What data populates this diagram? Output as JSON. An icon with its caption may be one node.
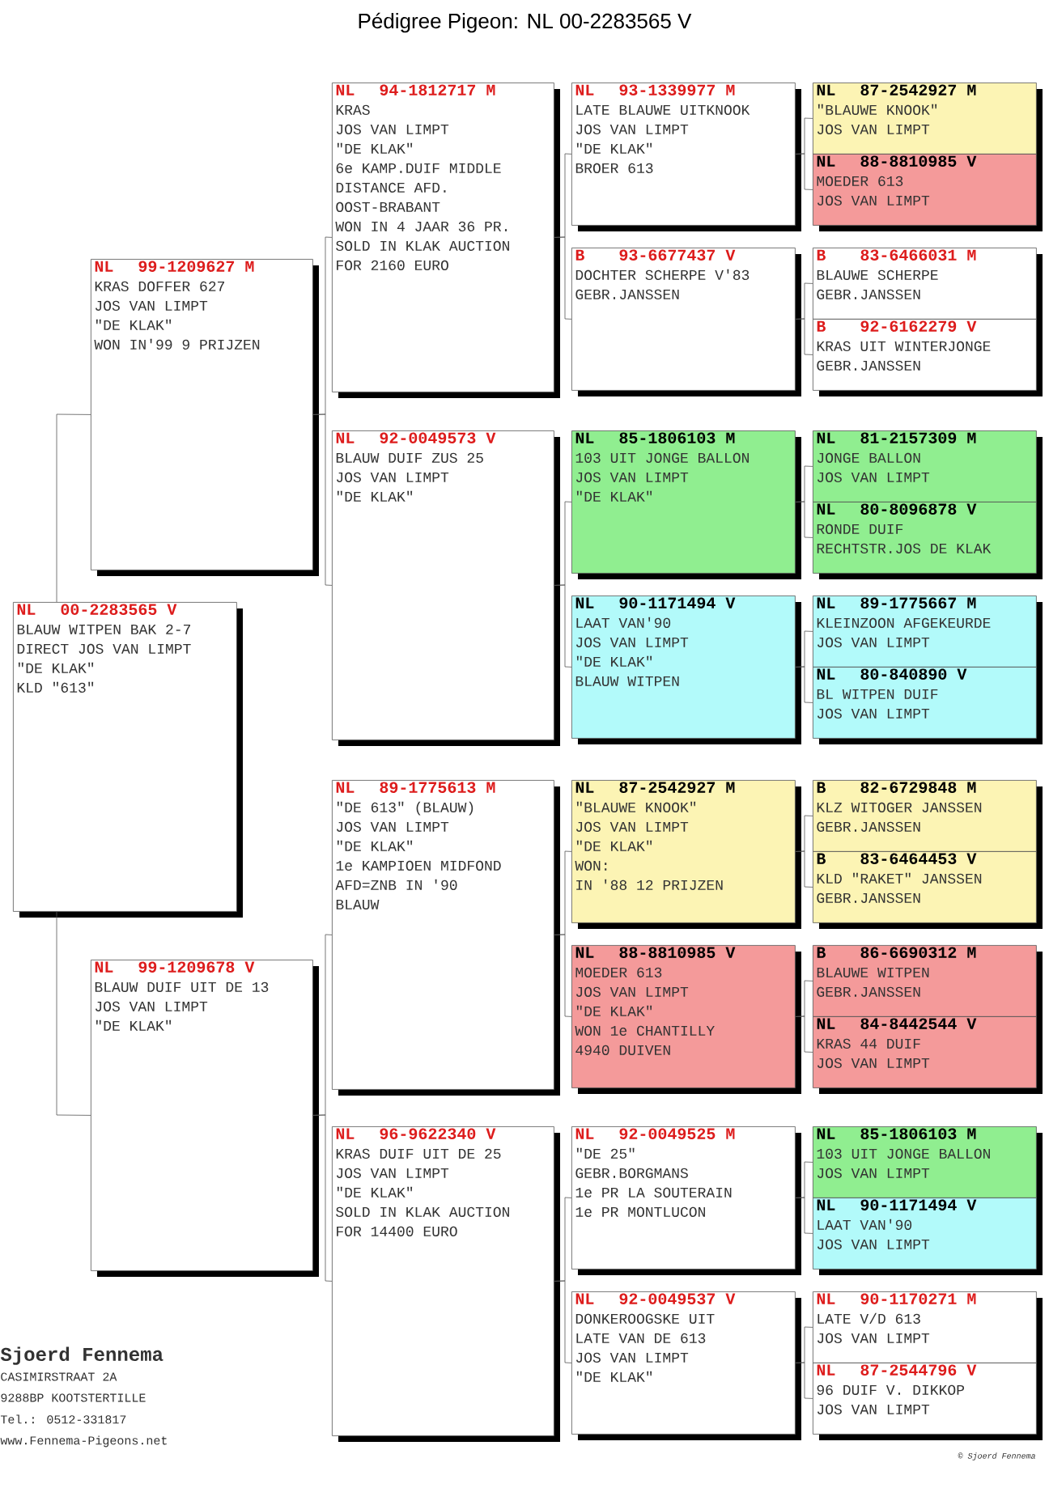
{
  "diagram": {
    "title": "Pédigree Pigeon: NL  00-2283565 V",
    "nodes": [
      {
        "text": [
          "NL",
          "00-2283565 V",
          "BLAUW WITPEN BAK 2-7",
          "DIRECT JOS VAN LIMPT",
          "\"DE KLAK\"",
          "KLD \"613\""
        ]
      },
      {
        "text": [
          "NL",
          "99-1209627 M",
          "KRAS DOFFER 627",
          "JOS VAN LIMPT",
          "\"DE KLAK\"",
          "WON IN'99 9 PRIJZEN"
        ]
      },
      {
        "text": [
          "NL",
          "99-1209678 V",
          "BLAUW DUIF UIT DE 13",
          "JOS VAN LIMPT",
          "\"DE KLAK\""
        ]
      },
      {
        "text": [
          "NL",
          "94-1812717 M",
          "KRAS",
          "JOS VAN LIMPT",
          "\"DE KLAK\"",
          "6e KAMP.DUIF MIDDLE DISTANCE AFD. OOST-BRABANT",
          "WON IN 4 JAAR 36 PR.",
          "SOLD IN KLAK AUCTION",
          "FOR 2160 EURO"
        ]
      },
      {
        "text": [
          "NL",
          "92-0049573 V",
          "BLAUW DUIF ZUS 25",
          "JOS VAN LIMPT",
          "\"DE KLAK\""
        ]
      },
      {
        "text": [
          "NL",
          "89-1775613 M",
          "\"DE 613\" (BLAUW)",
          "JOS VAN LIMPT",
          "\"DE KLAK\"",
          "1e KAMPIOEN MIDFOND",
          "AFD=ZNB IN '90",
          "BLAUW"
        ]
      },
      {
        "text": [
          "NL",
          "96-9622340 V",
          "KRAS DUIF UIT DE 25",
          "JOS VAN LIMPT",
          "\"DE KLAK\"",
          "SOLD IN KLAK AUCTION",
          "FOR 14400 EURO"
        ]
      },
      {
        "text": [
          "NL",
          "93-1339977 M",
          "LATE BLAUWE UITKNOOK",
          "JOS VAN LIMPT",
          "\"DE KLAK\"",
          "BROER 613"
        ]
      },
      {
        "text": [
          "B",
          "93-6677437 V",
          "DOCHTER SCHERPE V'83",
          "GEBR.JANSSEN"
        ]
      },
      {
        "text": [
          "NL",
          "85-1806103 M",
          "103 UIT JONGE BALLON",
          "JOS VAN LIMPT",
          "\"DE KLAK\""
        ]
      },
      {
        "text": [
          "NL",
          "90-1171494 V",
          "LAAT VAN'90",
          "JOS VAN LIMPT",
          "\"DE KLAK\"",
          "BLAUW WITPEN"
        ]
      },
      {
        "text": [
          "NL",
          "87-2542927 M",
          "\"BLAUWE KNOOK\"",
          "JOS VAN LIMPT",
          "\"DE KLAK\"",
          "WON:",
          "IN '88 12 PRIJZEN"
        ]
      },
      {
        "text": [
          "NL",
          "88-8810985 V",
          "MOEDER 613",
          "JOS VAN LIMPT",
          "\"DE KLAK\"",
          "WON 1e CHANTILLY",
          "4940 DUIVEN"
        ]
      },
      {
        "text": [
          "NL",
          "92-0049525 M",
          "\"DE 25\"",
          "GEBR.BORGMANS",
          "1e PR LA SOUTERAIN",
          "1e PR MONTLUCON"
        ]
      },
      {
        "text": [
          "NL",
          "92-0049537 V",
          "DONKEROOGSKE UIT",
          "LATE VAN DE 613",
          "JOS VAN LIMPT",
          "\"DE KLAK\""
        ]
      },
      {
        "text": [
          "NL",
          "87-2542927 M",
          "\"BLAUWE KNOOK\"",
          "JOS VAN LIMPT"
        ]
      },
      {
        "text": [
          "NL",
          "88-8810985 V",
          "MOEDER 613",
          "JOS VAN LIMPT"
        ]
      },
      {
        "text": [
          "B",
          "83-6466031 M",
          "BLAUWE SCHERPE",
          "GEBR.JANSSEN"
        ]
      },
      {
        "text": [
          "B",
          "92-6162279 V",
          "KRAS UIT WINTERJONGE",
          "GEBR.JANSSEN"
        ]
      },
      {
        "text": [
          "NL",
          "81-2157309 M",
          "JONGE BALLON",
          "JOS VAN LIMPT"
        ]
      },
      {
        "text": [
          "NL",
          "80-8096878 V",
          "RONDE DUIF",
          "RECHTSTR.JOS DE KLAK"
        ]
      },
      {
        "text": [
          "NL",
          "89-1775667 M",
          "KLEINZOON AFGEKEURDE",
          "JOS VAN LIMPT"
        ]
      },
      {
        "text": [
          "NL",
          "80-840890 V",
          "BL WITPEN DUIF",
          "JOS VAN LIMPT"
        ]
      },
      {
        "text": [
          "B",
          "82-6729848 M",
          "KLZ WITOGER JANSSEN",
          "GEBR.JANSSEN"
        ]
      },
      {
        "text": [
          "B",
          "83-6464453 V",
          "KLD \"RAKET\" JANSSEN",
          "GEBR.JANSSEN"
        ]
      },
      {
        "text": [
          "B",
          "86-6690312 M",
          "BLAUWE WITPEN",
          "GEBR.JANSSEN"
        ]
      },
      {
        "text": [
          "NL",
          "84-8442544 V",
          "KRAS 44 DUIF",
          "JOS VAN LIMPT"
        ]
      },
      {
        "text": [
          "NL",
          "85-1806103 M",
          "103 UIT JONGE BALLON",
          "JOS VAN LIMPT"
        ]
      },
      {
        "text": [
          "NL",
          "90-1171494 V",
          "LAAT VAN'90",
          "JOS VAN LIMPT"
        ]
      },
      {
        "text": [
          "NL",
          "90-1170271 M",
          "LATE V/D 613",
          "JOS VAN LIMPT"
        ]
      },
      {
        "text": [
          "NL",
          "87-2544796 V",
          "96 DUIF V. DIKKOP",
          "JOS VAN LIMPT"
        ]
      }
    ],
    "edges": [
      {
        "from": 0,
        "to": 1,
        "arrow": "none"
      },
      {
        "from": 0,
        "to": 2,
        "arrow": "none"
      },
      {
        "from": 1,
        "to": 3,
        "arrow": "none"
      },
      {
        "from": 1,
        "to": 4,
        "arrow": "none"
      },
      {
        "from": 2,
        "to": 5,
        "arrow": "none"
      },
      {
        "from": 2,
        "to": 6,
        "arrow": "none"
      },
      {
        "from": 3,
        "to": 7,
        "arrow": "none"
      },
      {
        "from": 3,
        "to": 8,
        "arrow": "none"
      },
      {
        "from": 4,
        "to": 9,
        "arrow": "none"
      },
      {
        "from": 4,
        "to": 10,
        "arrow": "none"
      },
      {
        "from": 5,
        "to": 11,
        "arrow": "none"
      },
      {
        "from": 5,
        "to": 12,
        "arrow": "none"
      },
      {
        "from": 6,
        "to": 13,
        "arrow": "none"
      },
      {
        "from": 6,
        "to": 14,
        "arrow": "none"
      },
      {
        "from": 7,
        "to": 15,
        "arrow": "none"
      },
      {
        "from": 7,
        "to": 16,
        "arrow": "none"
      },
      {
        "from": 8,
        "to": 17,
        "arrow": "none"
      },
      {
        "from": 8,
        "to": 18,
        "arrow": "none"
      },
      {
        "from": 9,
        "to": 19,
        "arrow": "none"
      },
      {
        "from": 9,
        "to": 20,
        "arrow": "none"
      },
      {
        "from": 10,
        "to": 21,
        "arrow": "none"
      },
      {
        "from": 10,
        "to": 22,
        "arrow": "none"
      },
      {
        "from": 11,
        "to": 23,
        "arrow": "none"
      },
      {
        "from": 11,
        "to": 24,
        "arrow": "none"
      },
      {
        "from": 12,
        "to": 25,
        "arrow": "none"
      },
      {
        "from": 12,
        "to": 26,
        "arrow": "none"
      },
      {
        "from": 13,
        "to": 27,
        "arrow": "none"
      },
      {
        "from": 13,
        "to": 28,
        "arrow": "none"
      },
      {
        "from": 14,
        "to": 29,
        "arrow": "none"
      },
      {
        "from": 14,
        "to": 30,
        "arrow": "none"
      }
    ],
    "labels": [
      "Sjoerd Fennema",
      "CASIMIRSTRAAT 2A",
      "9288BP KOOTSTERTILLE",
      "Tel.: 0512-331817",
      "www.Fennema-Pigeons.net",
      "© Sjoerd Fennema"
    ]
  }
}
